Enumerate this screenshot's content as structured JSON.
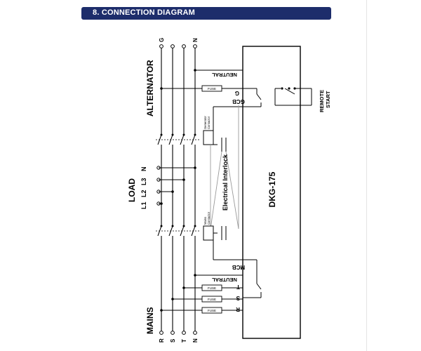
{
  "header": {
    "title": "8. CONNECTION DIAGRAM"
  },
  "colors": {
    "header_bg": "#1d2d6b",
    "wire": "#000000",
    "wire_light": "#9a9a9a"
  },
  "labels": {
    "alternator": "ALTERNATOR",
    "mains": "MAINS",
    "load": "LOAD",
    "load_phases": [
      "L1",
      "L2",
      "L3",
      "N"
    ],
    "alt_phases": [
      "G",
      "N"
    ],
    "mains_phases": [
      "R",
      "S",
      "T",
      "N"
    ],
    "neutral_top": "NEUTRAL",
    "neutral_bottom": "NEUTRAL",
    "fuse": "FUSE",
    "alt_fuse_terminal": "G",
    "gcb": "GCB",
    "mcb": "MCB",
    "mains_terminals": [
      "T",
      "S",
      "R"
    ],
    "remote_start": [
      "REMOTE",
      "START"
    ],
    "generator_contactor": [
      "Generator",
      "Contactor"
    ],
    "mains_contactor": [
      "Mains",
      "Contactor"
    ],
    "electrical_interlock": "Electrical Interlock",
    "controller": "DKG-175"
  }
}
